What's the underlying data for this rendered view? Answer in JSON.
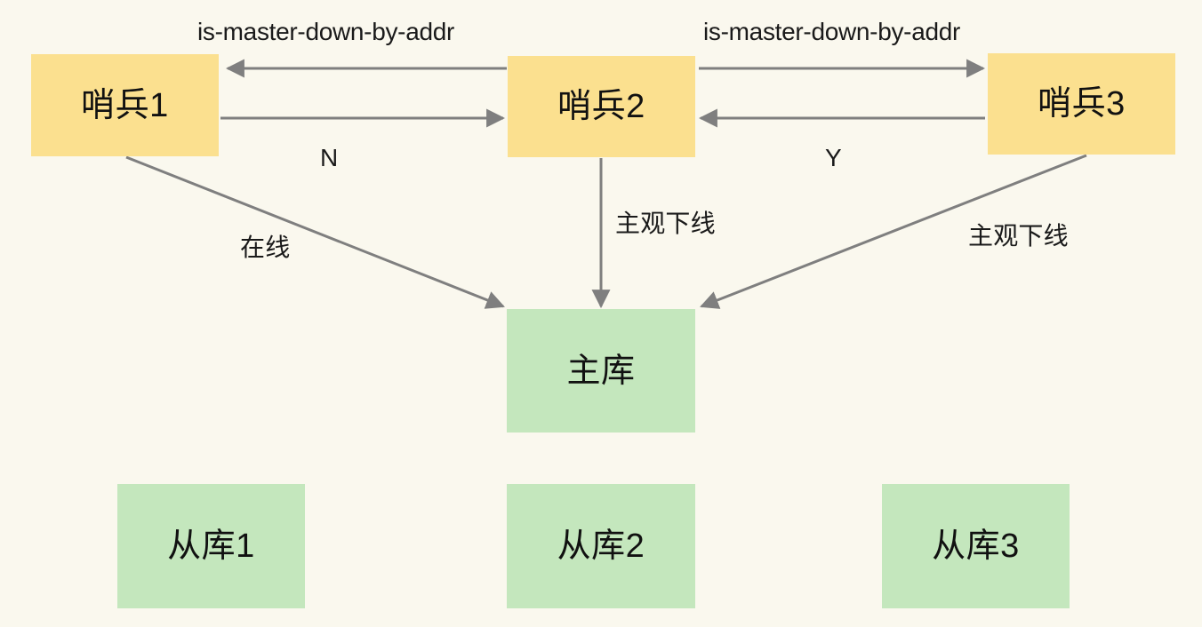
{
  "diagram": {
    "title": "Redis Sentinel subjective down voting diagram",
    "background_color": "#faf8ee",
    "sentinel_color": "#fbe08f",
    "database_color": "#c4e7bd",
    "edge_color": "#7f7f7f",
    "text_color": "#111111"
  },
  "nodes": {
    "sentinel1": {
      "label": "哨兵1"
    },
    "sentinel2": {
      "label": "哨兵2"
    },
    "sentinel3": {
      "label": "哨兵3"
    },
    "master": {
      "label": "主库"
    },
    "slave1": {
      "label": "从库1"
    },
    "slave2": {
      "label": "从库2"
    },
    "slave3": {
      "label": "从库3"
    }
  },
  "edge_labels": {
    "is_master_down_left": "is-master-down-by-addr",
    "is_master_down_right": "is-master-down-by-addr",
    "vote_n": "N",
    "vote_y": "Y",
    "online": "在线",
    "subjective_down_center": "主观下线",
    "subjective_down_right": "主观下线"
  }
}
